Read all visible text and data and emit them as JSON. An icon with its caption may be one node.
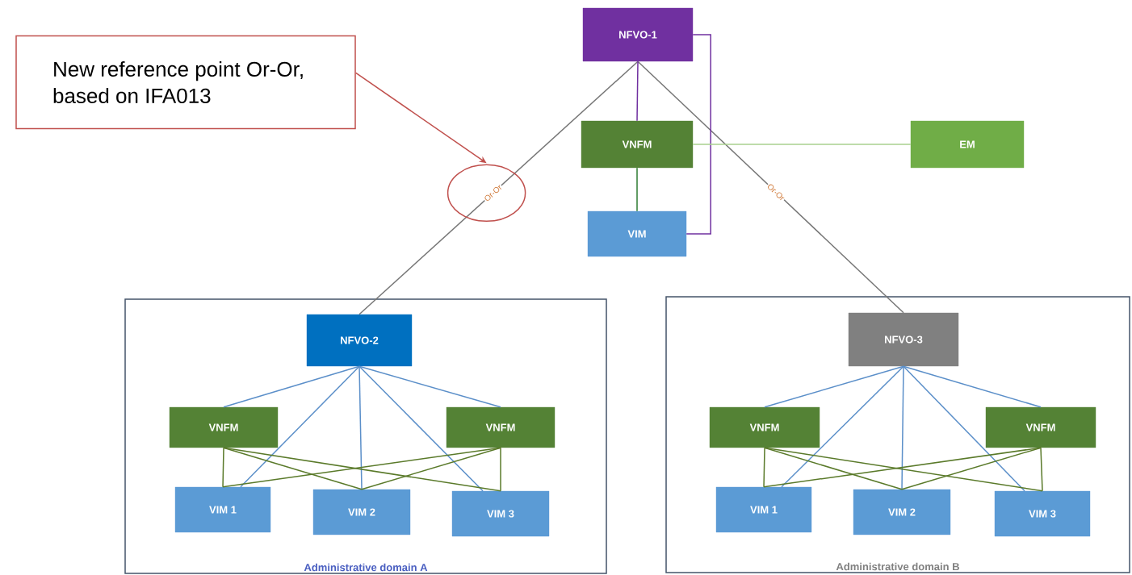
{
  "diagram": {
    "nodes": [
      {
        "text": [
          "New reference point Or-Or, based on IFA013"
        ]
      },
      {
        "text": [
          "NFVO-1"
        ]
      },
      {
        "text": [
          "VNFM"
        ]
      },
      {
        "text": [
          "EM"
        ]
      },
      {
        "text": [
          "VIM"
        ]
      },
      {
        "text": [
          "Administrative domain A"
        ]
      },
      {
        "text": [
          "NFVO-2"
        ],
        "in": 5
      },
      {
        "text": [
          "VNFM"
        ],
        "in": 5
      },
      {
        "text": [
          "VNFM"
        ],
        "in": 5
      },
      {
        "text": [
          "VIM 1"
        ],
        "in": 5
      },
      {
        "text": [
          "VIM 2"
        ],
        "in": 5
      },
      {
        "text": [
          "VIM 3"
        ],
        "in": 5
      },
      {
        "text": [
          "Administrative domain B"
        ]
      },
      {
        "text": [
          "NFVO-3"
        ],
        "in": 12
      },
      {
        "text": [
          "VNFM"
        ],
        "in": 12
      },
      {
        "text": [
          "VNFM"
        ],
        "in": 12
      },
      {
        "text": [
          "VIM 1"
        ],
        "in": 12
      },
      {
        "text": [
          "VIM 2"
        ],
        "in": 12
      },
      {
        "text": [
          "VIM 3"
        ],
        "in": 12
      }
    ],
    "edges": [
      {
        "from": 0,
        "to": null,
        "arrow": "to",
        "color": "#c0504d"
      },
      {
        "from": 1,
        "to": 6,
        "arrow": "none",
        "label": "Or-Or",
        "color": "#767676"
      },
      {
        "from": 1,
        "to": 13,
        "arrow": "none",
        "label": "Or-Or",
        "color": "#767676"
      },
      {
        "from": 1,
        "to": 2,
        "arrow": "none",
        "color": "#7030a0"
      },
      {
        "from": 1,
        "to": 4,
        "arrow": "none",
        "color": "#7030a0"
      },
      {
        "from": 2,
        "to": 4,
        "arrow": "none",
        "color": "#2e7d32"
      },
      {
        "from": 2,
        "to": 3,
        "arrow": "none",
        "color": "#a9d18e"
      },
      {
        "from": 6,
        "to": 7,
        "arrow": "none",
        "color": "#5b8fc9"
      },
      {
        "from": 6,
        "to": 8,
        "arrow": "none",
        "color": "#5b8fc9"
      },
      {
        "from": 6,
        "to": 9,
        "arrow": "none",
        "color": "#5b8fc9"
      },
      {
        "from": 6,
        "to": 10,
        "arrow": "none",
        "color": "#5b8fc9"
      },
      {
        "from": 6,
        "to": 11,
        "arrow": "none",
        "color": "#5b8fc9"
      },
      {
        "from": 7,
        "to": 9,
        "arrow": "none",
        "color": "#5a7a2a"
      },
      {
        "from": 7,
        "to": 10,
        "arrow": "none",
        "color": "#5a7a2a"
      },
      {
        "from": 7,
        "to": 11,
        "arrow": "none",
        "color": "#5a7a2a"
      },
      {
        "from": 8,
        "to": 9,
        "arrow": "none",
        "color": "#5a7a2a"
      },
      {
        "from": 8,
        "to": 10,
        "arrow": "none",
        "color": "#5a7a2a"
      },
      {
        "from": 8,
        "to": 11,
        "arrow": "none",
        "color": "#5a7a2a"
      },
      {
        "from": 13,
        "to": 14,
        "arrow": "none",
        "color": "#5b8fc9"
      },
      {
        "from": 13,
        "to": 15,
        "arrow": "none",
        "color": "#5b8fc9"
      },
      {
        "from": 13,
        "to": 16,
        "arrow": "none",
        "color": "#5b8fc9"
      },
      {
        "from": 13,
        "to": 17,
        "arrow": "none",
        "color": "#5b8fc9"
      },
      {
        "from": 13,
        "to": 18,
        "arrow": "none",
        "color": "#5b8fc9"
      },
      {
        "from": 14,
        "to": 16,
        "arrow": "none",
        "color": "#5a7a2a"
      },
      {
        "from": 14,
        "to": 17,
        "arrow": "none",
        "color": "#5a7a2a"
      },
      {
        "from": 14,
        "to": 18,
        "arrow": "none",
        "color": "#5a7a2a"
      },
      {
        "from": 15,
        "to": 16,
        "arrow": "none",
        "color": "#5a7a2a"
      },
      {
        "from": 15,
        "to": 17,
        "arrow": "none",
        "color": "#5a7a2a"
      },
      {
        "from": 15,
        "to": 18,
        "arrow": "none",
        "color": "#5a7a2a"
      }
    ]
  }
}
